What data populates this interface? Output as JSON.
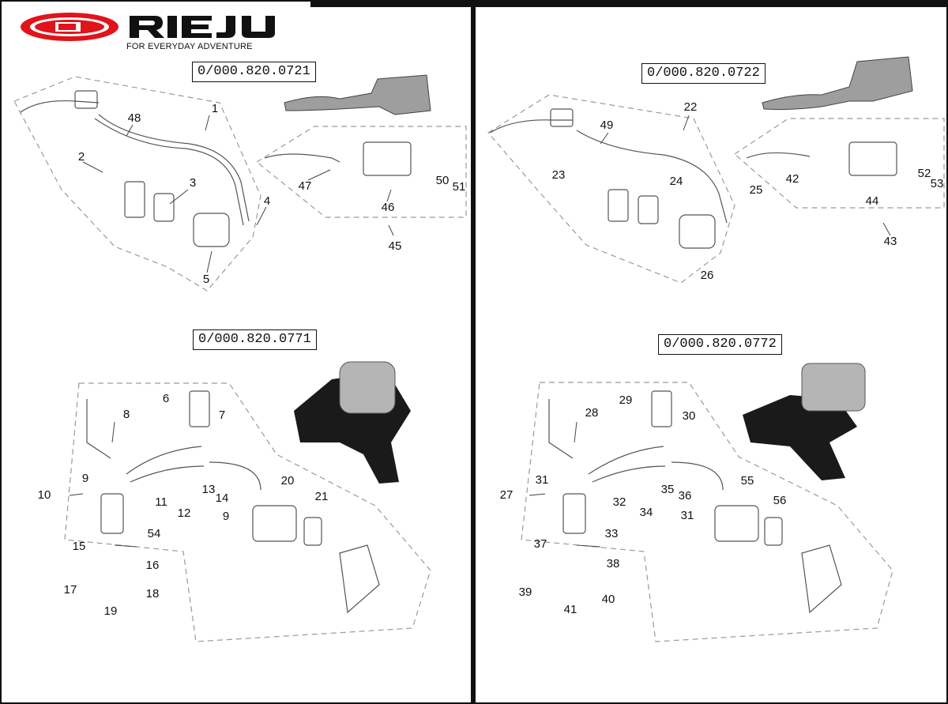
{
  "brand": {
    "name": "RIEJU",
    "tagline": "FOR EVERYDAY ADVENTURE",
    "logo_color": "#e1131b"
  },
  "panels": [
    {
      "id": "p1",
      "code": "0/000.820.0721",
      "labels": [
        "1",
        "2",
        "3",
        "4",
        "5",
        "45",
        "46",
        "47",
        "48",
        "50",
        "51"
      ]
    },
    {
      "id": "p2",
      "code": "0/000.820.0722",
      "labels": [
        "22",
        "23",
        "24",
        "25",
        "26",
        "42",
        "43",
        "44",
        "49",
        "52",
        "53"
      ]
    },
    {
      "id": "p3",
      "code": "0/000.820.0771",
      "labels": [
        "6",
        "7",
        "8",
        "9",
        "9",
        "10",
        "11",
        "12",
        "13",
        "14",
        "15",
        "16",
        "17",
        "18",
        "19",
        "20",
        "21",
        "54"
      ]
    },
    {
      "id": "p4",
      "code": "0/000.820.0772",
      "labels": [
        "27",
        "28",
        "29",
        "30",
        "31",
        "31",
        "32",
        "33",
        "34",
        "35",
        "36",
        "37",
        "38",
        "39",
        "40",
        "41",
        "55",
        "56"
      ]
    }
  ]
}
